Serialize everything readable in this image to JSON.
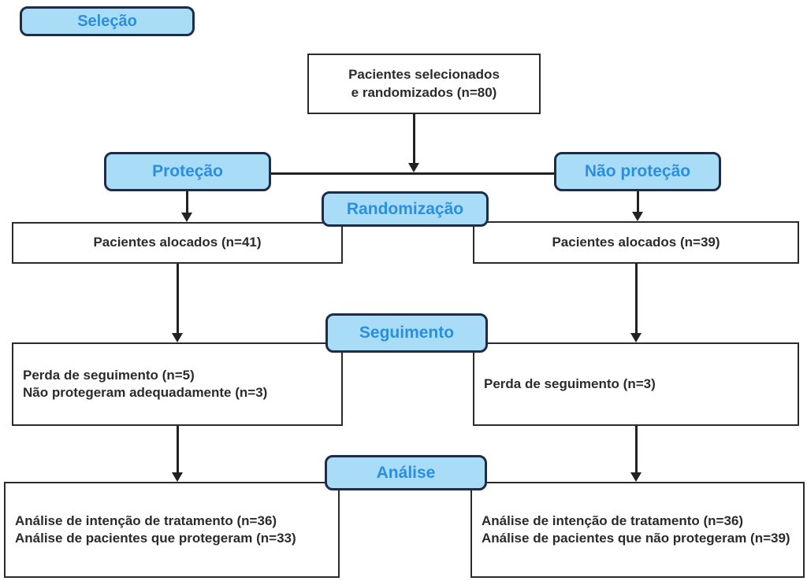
{
  "figure": {
    "type": "consort-flow-diagram",
    "language": "pt-BR",
    "background": "#ffffff"
  },
  "palette": {
    "stage_box_fill": "#a9ddf7",
    "stage_box_border": "#1d2c49",
    "stage_label_text": "#2a8fe0",
    "flow_box_border": "#2b2b2b",
    "flow_box_text": "#2b2b2b",
    "line_color": "#222222"
  },
  "stages": {
    "selecao": "Seleção",
    "randomizacao": "Randomização",
    "seguimento": "Seguimento",
    "analise": "Análise"
  },
  "arms": {
    "left": "Proteção",
    "right": "Não proteção"
  },
  "boxes": {
    "enrollment": {
      "line1": "Pacientes selecionados",
      "line2": "e randomizados (n=80)"
    },
    "allocated_left": "Pacientes alocados (n=41)",
    "allocated_right": "Pacientes alocados (n=39)",
    "followup_left": {
      "line1": "Perda de seguimento (n=5)",
      "line2": "Não protegeram adequadamente (n=3)"
    },
    "followup_right": "Perda de seguimento (n=3)",
    "analysis_left": {
      "line1": "Análise de intenção de tratamento (n=36)",
      "line2": "Análise de pacientes que protegeram (n=33)"
    },
    "analysis_right": {
      "line1": "Análise de intenção de tratamento (n=36)",
      "line2": "Análise de pacientes que não protegeram (n=39)"
    }
  }
}
